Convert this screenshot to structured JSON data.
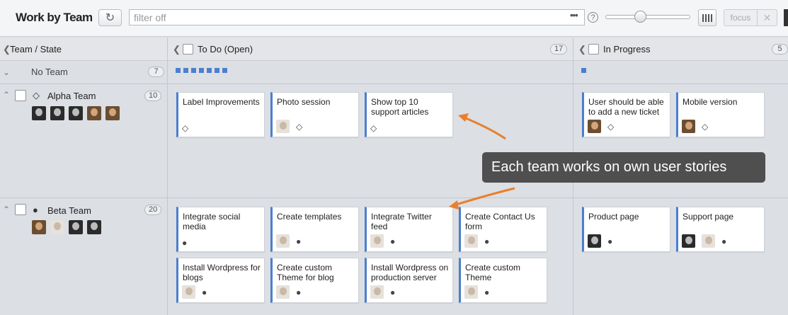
{
  "toolbar": {
    "title": "Work by Team",
    "filter_placeholder": "filter off",
    "filter_more": "•••",
    "help": "?",
    "focus_label": "focus",
    "close_glyph": "✕",
    "refresh_glyph": "↻"
  },
  "columns": [
    {
      "label": "Team / State"
    },
    {
      "label": "To Do (Open)",
      "count": "17"
    },
    {
      "label": "In Progress",
      "count": "5"
    }
  ],
  "rows": [
    {
      "name": "No Team",
      "count": "7"
    },
    {
      "name": "Alpha Team",
      "count": "10",
      "icon": "superman-icon",
      "todo": [
        {
          "title": "Label Improvements"
        },
        {
          "title": "Photo session"
        },
        {
          "title": "Show top 10 support articles"
        }
      ],
      "in_progress": [
        {
          "title": "User should be able to add a new ticket"
        },
        {
          "title": "Mobile version"
        }
      ]
    },
    {
      "name": "Beta Team",
      "count": "20",
      "icon": "apple-icon",
      "todo": [
        {
          "title": "Integrate social media"
        },
        {
          "title": "Create templates"
        },
        {
          "title": "Integrate Twitter feed"
        },
        {
          "title": "Create Contact Us form"
        },
        {
          "title": "Install Wordpress for blogs"
        },
        {
          "title": "Create custom Theme for blog"
        },
        {
          "title": "Install Wordpress on production server"
        },
        {
          "title": "Create custom Theme"
        }
      ],
      "in_progress": [
        {
          "title": "Product page"
        },
        {
          "title": "Support page"
        }
      ]
    }
  ],
  "annotation": "Each team works on own user stories",
  "colors": {
    "accent": "#4a7fd0",
    "tooltip_bg": "#4f4f50",
    "arrow": "#e8802c"
  }
}
